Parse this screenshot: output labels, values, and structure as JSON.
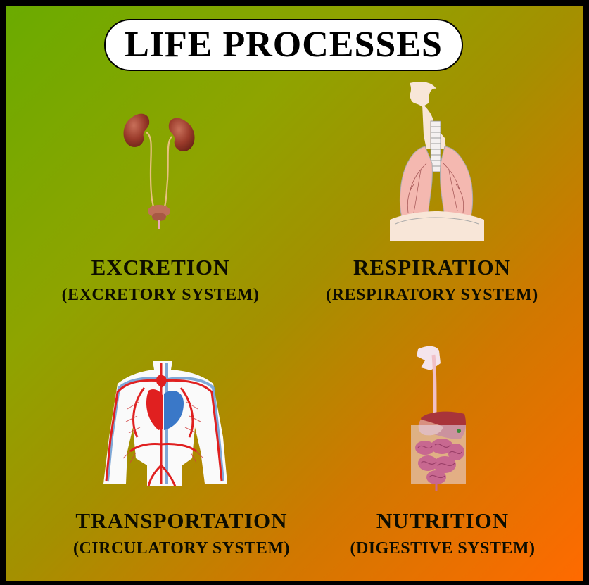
{
  "title": "LIFE PROCESSES",
  "colors": {
    "border": "#000000",
    "gradient_start": "#6aab00",
    "gradient_mid": "#a49000",
    "gradient_end": "#ff6a00",
    "title_pill_bg": "#ffffff",
    "text": "#0d0d00"
  },
  "processes": [
    {
      "name": "EXCRETION",
      "system": "(EXCRETORY SYSTEM)",
      "illustration": "kidneys-urinary-system"
    },
    {
      "name": "RESPIRATION",
      "system": "(RESPIRATORY SYSTEM)",
      "illustration": "lungs-respiratory-system"
    },
    {
      "name": "TRANSPORTATION",
      "system": "(CIRCULATORY SYSTEM)",
      "illustration": "heart-blood-vessels"
    },
    {
      "name": "NUTRITION",
      "system": "(DIGESTIVE SYSTEM)",
      "illustration": "digestive-tract"
    }
  ]
}
